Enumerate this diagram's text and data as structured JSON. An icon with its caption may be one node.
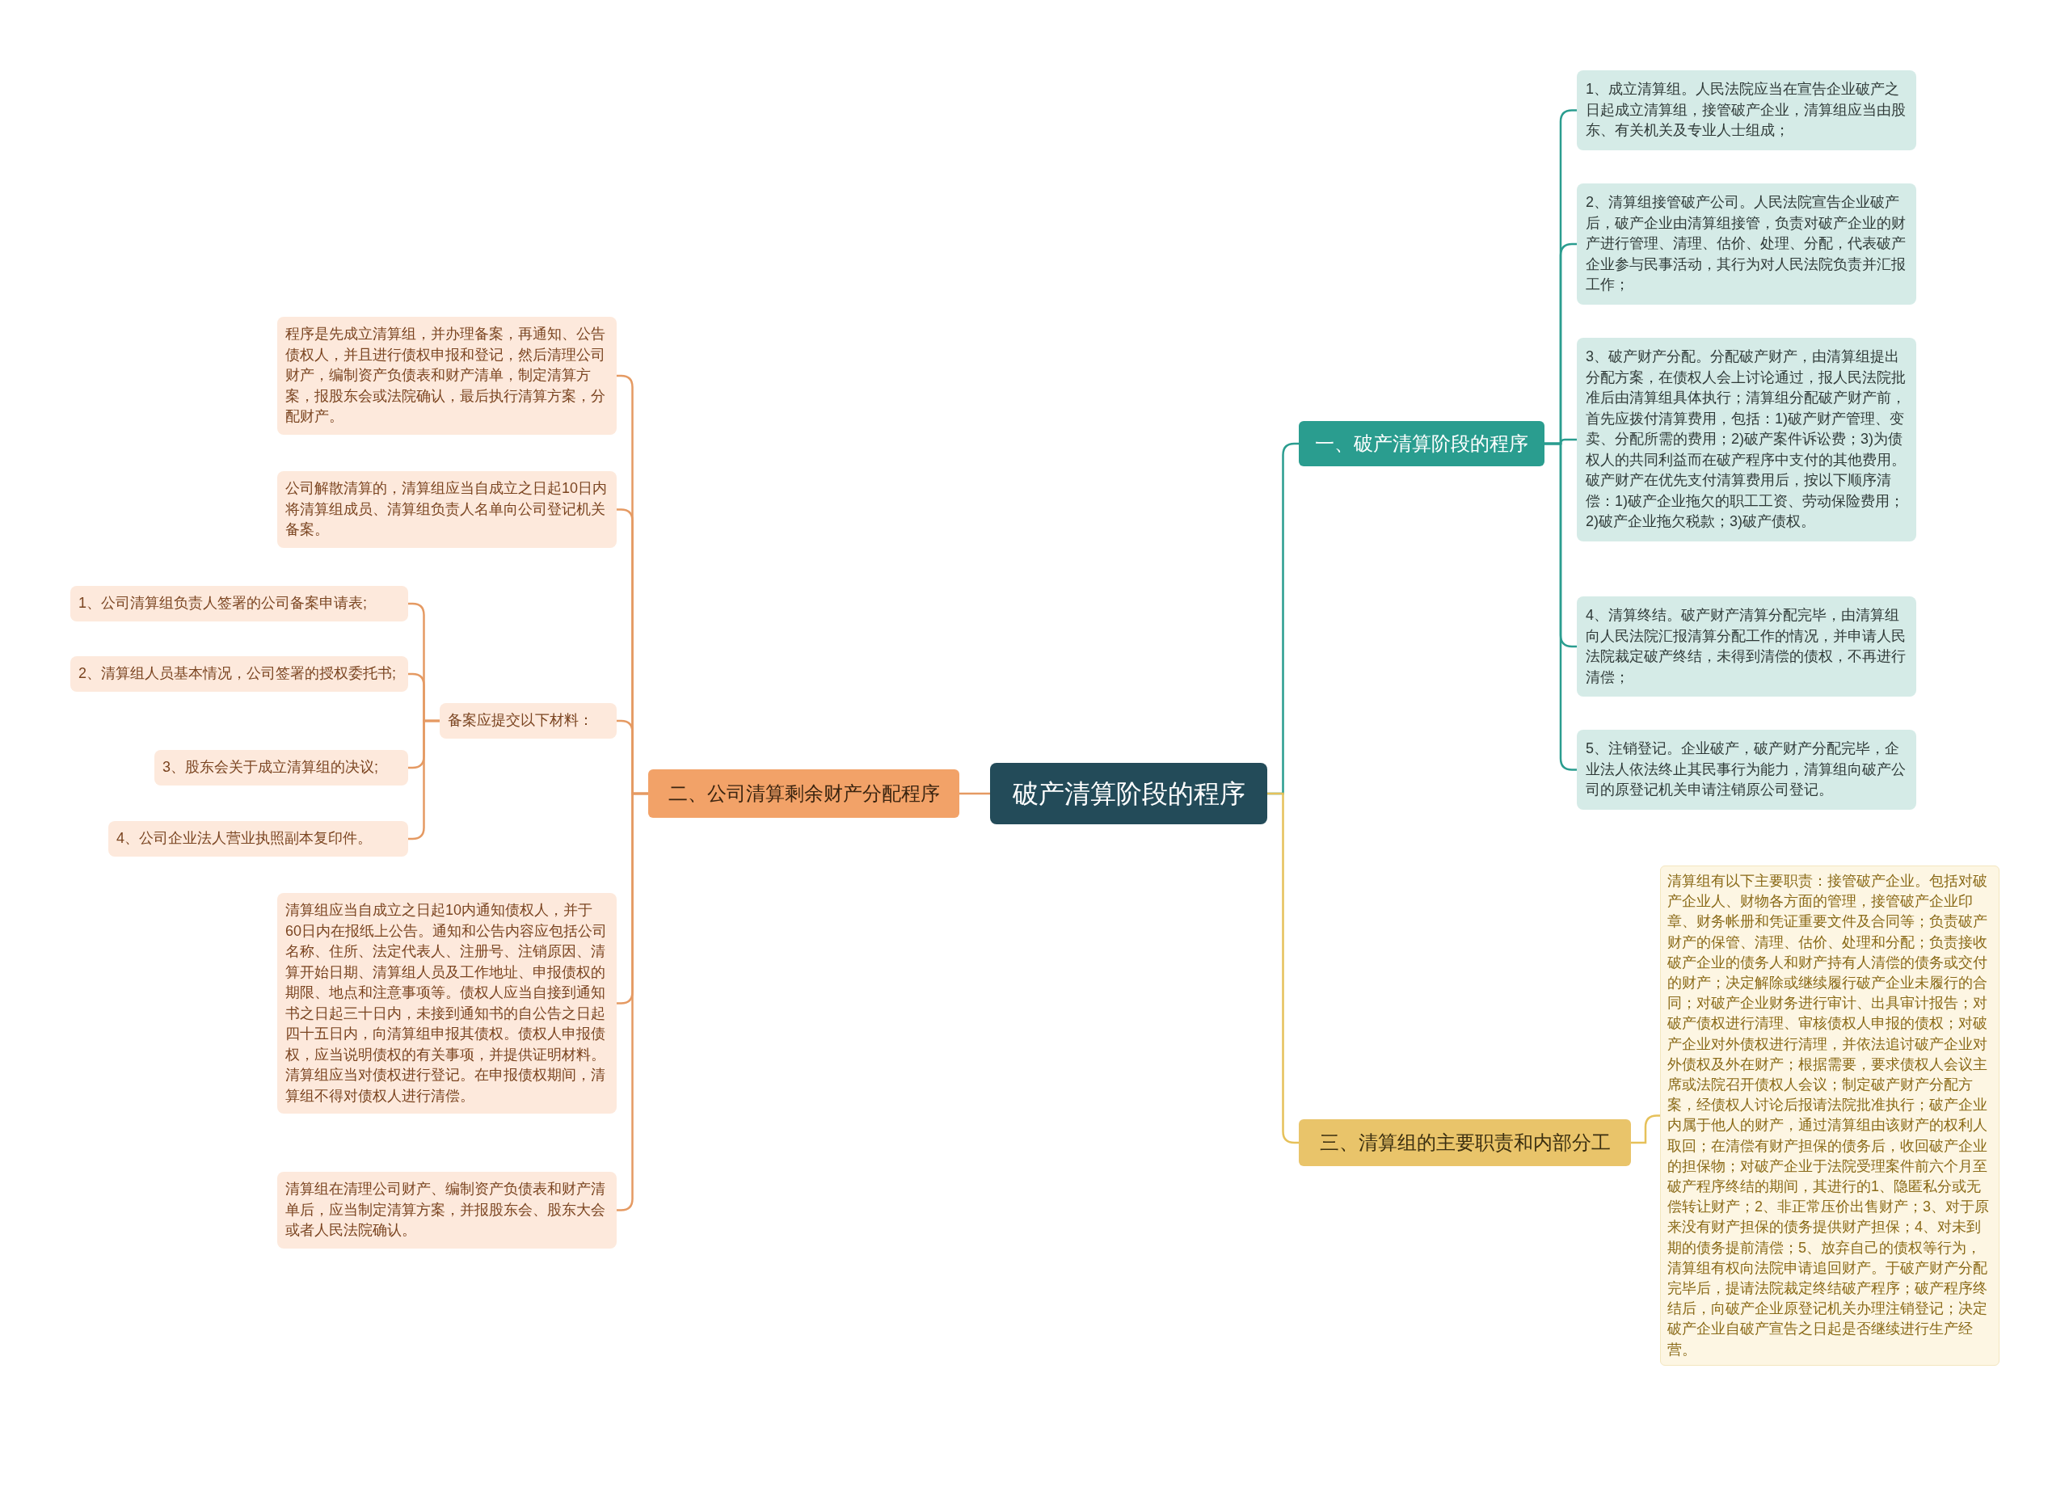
{
  "diagram": {
    "nodes": [
      {
        "text": [
          "破产清算阶段的程序"
        ]
      },
      {
        "text": [
          "一、破产清算阶段的程序"
        ]
      },
      {
        "text": [
          "1、成立清算组。人民法院应当在宣告企业破产之日起成立清算组，接管破产企业，清算组应当由股东、有关机关及专业人士组成；"
        ]
      },
      {
        "text": [
          "2、清算组接管破产公司。人民法院宣告企业破产后，破产企业由清算组接管，负责对破产企业的财产进行管理、清理、估价、处理、分配，代表破产企业参与民事活动，其行为对人民法院负责并汇报工作；"
        ]
      },
      {
        "text": [
          "3、破产财产分配。分配破产财产，由清算组提出分配方案，在债权人会上讨论通过，报人民法院批准后由清算组具体执行；清算组分配破产财产前，首先应拨付清算费用，包括：1)破产财产管理、变卖、分配所需的费用；2)破产案件诉讼费；3)为债权人的共同利益而在破产程序中支付的其他费用。破产财产在优先支付清算费用后，按以下顺序清偿：1)破产企业拖欠的职工工资、劳动保险费用；2)破产企业拖欠税款；3)破产债权。"
        ]
      },
      {
        "text": [
          "4、清算终结。破产财产清算分配完毕，由清算组向人民法院汇报清算分配工作的情况，并申请人民法院裁定破产终结，未得到清偿的债权，不再进行清偿；"
        ]
      },
      {
        "text": [
          "5、注销登记。企业破产，破产财产分配完毕，企业法人依法终止其民事行为能力，清算组向破产公司的原登记机关申请注销原公司登记。"
        ]
      },
      {
        "text": [
          "二、公司清算剩余财产分配程序"
        ]
      },
      {
        "text": [
          "程序是先成立清算组，并办理备案，再通知、公告债权人，并且进行债权申报和登记，然后清理公司财产，编制资产负债表和财产清单，制定清算方案，报股东会或法院确认，最后执行清算方案，分配财产。"
        ]
      },
      {
        "text": [
          "公司解散清算的，清算组应当自成立之日起10日内将清算组成员、清算组负责人名单向公司登记机关备案。"
        ]
      },
      {
        "text": [
          "备案应提交以下材料："
        ]
      },
      {
        "text": [
          "1、公司清算组负责人签署的公司备案申请表;"
        ]
      },
      {
        "text": [
          "2、清算组人员基本情况，公司签署的授权委托书;"
        ]
      },
      {
        "text": [
          "3、股东会关于成立清算组的决议;"
        ]
      },
      {
        "text": [
          "4、公司企业法人营业执照副本复印件。"
        ]
      },
      {
        "text": [
          "清算组应当自成立之日起10内通知债权人，并于60日内在报纸上公告。通知和公告内容应包括公司名称、住所、法定代表人、注册号、注销原因、清算开始日期、清算组人员及工作地址、申报债权的期限、地点和注意事项等。债权人应当自接到通知书之日起三十日内，未接到通知书的自公告之日起四十五日内，向清算组申报其债权。债权人申报债权，应当说明债权的有关事项，并提供证明材料。清算组应当对债权进行登记。在申报债权期间，清算组不得对债权人进行清偿。"
        ]
      },
      {
        "text": [
          "清算组在清理公司财产、编制资产负债表和财产清单后，应当制定清算方案，并报股东会、股东大会或者人民法院确认。"
        ]
      },
      {
        "text": [
          "三、清算组的主要职责和内部分工"
        ]
      },
      {
        "text": [
          "清算组有以下主要职责：接管破产企业。包括对破产企业人、财物各方面的管理，接管破产企业印章、财务帐册和凭证重要文件及合同等；负责破产财产的保管、清理、估价、处理和分配；负责接收破产企业的债务人和财产持有人清偿的债务或交付的财产；决定解除或继续履行破产企业未履行的合同；对破产企业财务进行审计、出具审计报告；对破产债权进行清理、审核债权人申报的债权；对破产企业对外债权进行清理，并依法追讨破产企业对外债权及外在财产；根据需要，要求债权人会议主席或法院召开债权人会议；制定破产财产分配方案，经债权人讨论后报请法院批准执行；破产企业内属于他人的财产，通过清算组由该财产的权利人取回；在清偿有财产担保的债务后，收回破产企业的担保物；对破产企业于法院受理案件前六个月至破产程序终结的期间，其进行的1、隐匿私分或无偿转让财产；2、非正常压价出售财产；3、对于原来没有财产担保的债务提供财产担保；4、对未到期的债务提前清偿；5、放弃自己的债权等行为，清算组有权向法院申请追回财产。于破产财产分配完毕后，提请法院裁定终结破产程序；破产程序终结后，向破产企业原登记机关办理注销登记；决定破产企业自破产宣告之日起是否继续进行生产经营。"
        ]
      }
    ],
    "edges": [
      {
        "from": 0,
        "to": 1,
        "arrow": "none",
        "color": "#2a9d8f"
      },
      {
        "from": 1,
        "to": 2,
        "arrow": "none",
        "color": "#2a9d8f"
      },
      {
        "from": 1,
        "to": 3,
        "arrow": "none",
        "color": "#2a9d8f"
      },
      {
        "from": 1,
        "to": 4,
        "arrow": "none",
        "color": "#2a9d8f"
      },
      {
        "from": 1,
        "to": 5,
        "arrow": "none",
        "color": "#2a9d8f"
      },
      {
        "from": 1,
        "to": 6,
        "arrow": "none",
        "color": "#2a9d8f"
      },
      {
        "from": 0,
        "to": 7,
        "arrow": "none"
      },
      {
        "from": 7,
        "to": 8,
        "arrow": "none"
      },
      {
        "from": 7,
        "to": 9,
        "arrow": "none"
      },
      {
        "from": 7,
        "to": 10,
        "arrow": "none"
      },
      {
        "from": 10,
        "to": 11,
        "arrow": "none"
      },
      {
        "from": 10,
        "to": 12,
        "arrow": "none"
      },
      {
        "from": 10,
        "to": 13,
        "arrow": "none"
      },
      {
        "from": 10,
        "to": 14,
        "arrow": "none"
      },
      {
        "from": 7,
        "to": 15,
        "arrow": "none"
      },
      {
        "from": 7,
        "to": 16,
        "arrow": "none"
      },
      {
        "from": 0,
        "to": 17,
        "arrow": "none",
        "color": "#e6c15a"
      },
      {
        "from": 17,
        "to": 18,
        "arrow": "none",
        "color": "#e6c15a"
      }
    ]
  }
}
